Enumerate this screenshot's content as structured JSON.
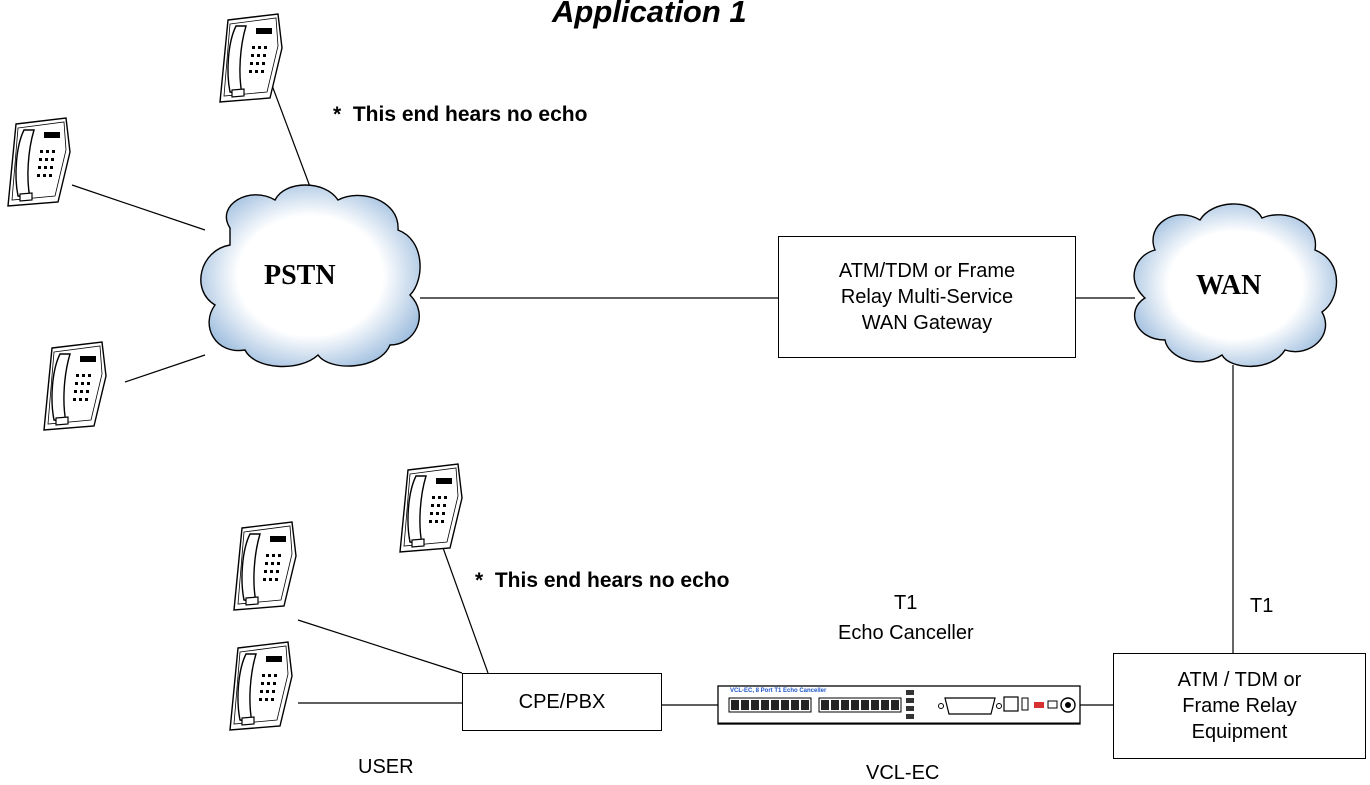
{
  "diagram": {
    "title": "Application 1",
    "notes": {
      "top": "This end hears no echo",
      "bottom": "This end hears no echo",
      "asterisk": "*"
    },
    "clouds": {
      "pstn": "PSTN",
      "wan": "WAN"
    },
    "boxes": {
      "gateway": "ATM/TDM or Frame\nRelay Multi-Service\nWAN Gateway",
      "equipment": "ATM / TDM or\nFrame Relay\nEquipment",
      "pbx": "CPE/PBX"
    },
    "labels": {
      "t1_right": "T1",
      "t1_center": "T1",
      "echo_canceller": "Echo Canceller",
      "user": "USER",
      "vcl_ec": "VCL-EC"
    },
    "device": {
      "title": "VCL-EC, 8 Port T1 Echo Canceller",
      "icon": "echo-canceller-device-icon"
    },
    "icons": {
      "phone": "telephone-icon",
      "cloud": "cloud-icon"
    }
  }
}
